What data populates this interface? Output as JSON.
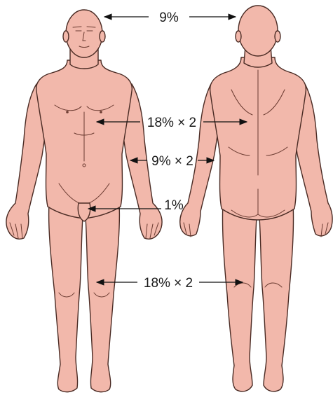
{
  "labels": {
    "head": "9%",
    "trunk": "18% × 2",
    "arms": "9% × 2",
    "perineum": "1%",
    "legs": "18% × 2"
  },
  "colors": {
    "skin": "#f2b8ab",
    "outline": "#4a2b24",
    "arrow": "#111111",
    "background": "#ffffff"
  },
  "figures": [
    "anterior",
    "posterior"
  ]
}
